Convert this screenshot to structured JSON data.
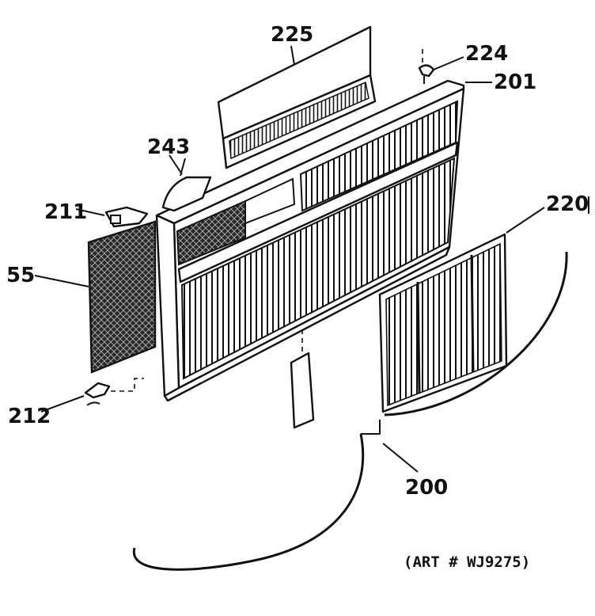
{
  "diagram": {
    "parts": [
      {
        "id": "p225",
        "label": "225"
      },
      {
        "id": "p224",
        "label": "224"
      },
      {
        "id": "p201",
        "label": "201"
      },
      {
        "id": "p243",
        "label": "243"
      },
      {
        "id": "p211",
        "label": "211"
      },
      {
        "id": "p220",
        "label": "220"
      },
      {
        "id": "p55",
        "label": "55"
      },
      {
        "id": "p212",
        "label": "212"
      },
      {
        "id": "p200",
        "label": "200"
      }
    ],
    "art_number": "(ART # WJ9275)"
  }
}
